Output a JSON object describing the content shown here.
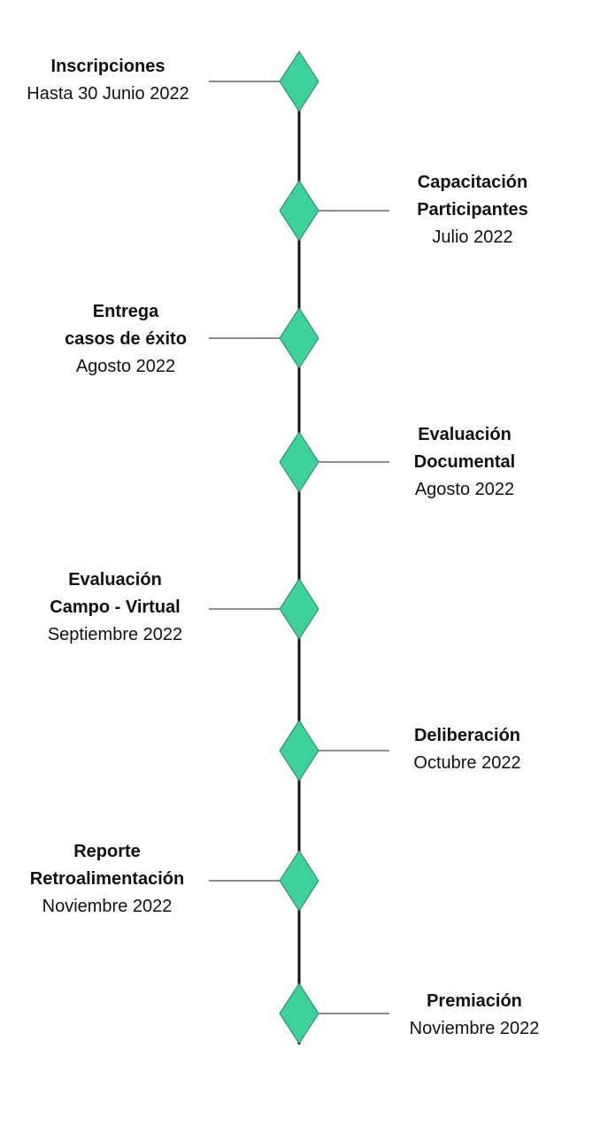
{
  "colors": {
    "diamond_fill": "#3fd19b",
    "diamond_stroke": "#2a7f5e",
    "line": "#111111",
    "connector": "#444444"
  },
  "milestones": [
    {
      "title_lines": [
        "Inscripciones"
      ],
      "date": "Hasta 30 Junio 2022",
      "side": "left"
    },
    {
      "title_lines": [
        "Capacitación",
        "Participantes"
      ],
      "date": "Julio 2022",
      "side": "right"
    },
    {
      "title_lines": [
        "Entrega",
        "casos de éxito"
      ],
      "date": "Agosto 2022",
      "side": "left"
    },
    {
      "title_lines": [
        "Evaluación",
        "Documental"
      ],
      "date": "Agosto 2022",
      "side": "right"
    },
    {
      "title_lines": [
        "Evaluación",
        "Campo - Virtual"
      ],
      "date": "Septiembre 2022",
      "side": "left"
    },
    {
      "title_lines": [
        "Deliberación"
      ],
      "date": "Octubre 2022",
      "side": "right"
    },
    {
      "title_lines": [
        "Reporte",
        "Retroalimentación"
      ],
      "date": "Noviembre 2022",
      "side": "left"
    },
    {
      "title_lines": [
        "Premiación"
      ],
      "date": "Noviembre 2022",
      "side": "right"
    }
  ]
}
